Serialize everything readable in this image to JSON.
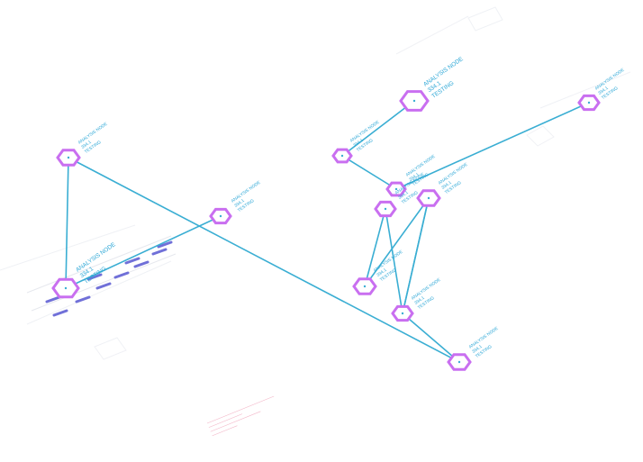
{
  "theme": {
    "edge_color": "#3aaed3",
    "node_stroke": "#c96ff0",
    "label_color": "#2aa6d6",
    "panel_bar_color": "#7070d8",
    "note_color": "#e0507a"
  },
  "node_label": {
    "line1": "ANALYSIS NODE",
    "line2": "334.1",
    "line3": "TESTING"
  },
  "nodes": [
    {
      "id": "n1"
    },
    {
      "id": "n2"
    },
    {
      "id": "n3"
    },
    {
      "id": "n4"
    },
    {
      "id": "n5"
    },
    {
      "id": "n6"
    },
    {
      "id": "n7"
    },
    {
      "id": "n8"
    },
    {
      "id": "n9"
    },
    {
      "id": "n10"
    },
    {
      "id": "n11"
    },
    {
      "id": "n12"
    }
  ],
  "edges": [
    [
      "n1",
      "n2"
    ],
    [
      "n1",
      "n11"
    ],
    [
      "n2",
      "n3"
    ],
    [
      "n4",
      "n5"
    ],
    [
      "n4",
      "n6"
    ],
    [
      "n6",
      "n7"
    ],
    [
      "n8",
      "n9"
    ],
    [
      "n8",
      "n12"
    ],
    [
      "n12",
      "n10"
    ],
    [
      "n10",
      "n12"
    ],
    [
      "n9",
      "n10"
    ],
    [
      "n12",
      "n11"
    ]
  ]
}
